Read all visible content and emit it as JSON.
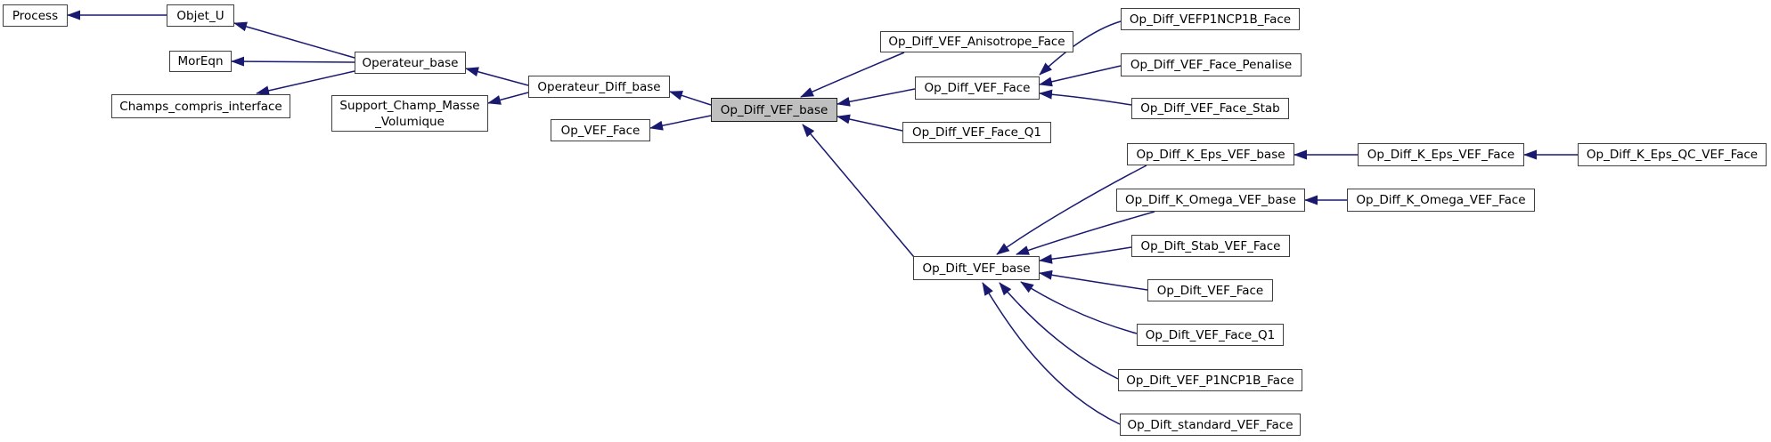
{
  "diagram": {
    "type": "class-inheritance-graph",
    "highlighted_node": "Op_Diff_VEF_base",
    "colors": {
      "edge": "#191970",
      "node_background": "#ffffff",
      "node_border": "#404040",
      "highlight_background": "#bfbfbf",
      "text": "#000000",
      "canvas_background": "#ffffff"
    },
    "nodes": [
      {
        "id": "process",
        "label": "Process"
      },
      {
        "id": "objet_u",
        "label": "Objet_U"
      },
      {
        "id": "moreqn",
        "label": "MorEqn"
      },
      {
        "id": "champs_compris_interface",
        "label": "Champs_compris_interface"
      },
      {
        "id": "operateur_base",
        "label": "Operateur_base"
      },
      {
        "id": "support_champ_masse_volumique",
        "label": "Support_Champ_Masse_Volumique",
        "lines": [
          "Support_Champ_Masse",
          "_Volumique"
        ]
      },
      {
        "id": "operateur_diff_base",
        "label": "Operateur_Diff_base"
      },
      {
        "id": "op_vef_face",
        "label": "Op_VEF_Face"
      },
      {
        "id": "op_diff_vef_base",
        "label": "Op_Diff_VEF_base",
        "highlighted": true
      },
      {
        "id": "op_diff_vef_anisotrope_face",
        "label": "Op_Diff_VEF_Anisotrope_Face"
      },
      {
        "id": "op_diff_vef_face",
        "label": "Op_Diff_VEF_Face"
      },
      {
        "id": "op_diff_vef_face_q1",
        "label": "Op_Diff_VEF_Face_Q1"
      },
      {
        "id": "op_diff_vefp1ncp1b_face",
        "label": "Op_Diff_VEFP1NCP1B_Face"
      },
      {
        "id": "op_diff_vef_face_penalise",
        "label": "Op_Diff_VEF_Face_Penalise"
      },
      {
        "id": "op_diff_vef_face_stab",
        "label": "Op_Diff_VEF_Face_Stab"
      },
      {
        "id": "op_diff_k_eps_vef_base",
        "label": "Op_Diff_K_Eps_VEF_base"
      },
      {
        "id": "op_diff_k_eps_vef_face",
        "label": "Op_Diff_K_Eps_VEF_Face"
      },
      {
        "id": "op_diff_k_eps_qc_vef_face",
        "label": "Op_Diff_K_Eps_QC_VEF_Face"
      },
      {
        "id": "op_diff_k_omega_vef_base",
        "label": "Op_Diff_K_Omega_VEF_base"
      },
      {
        "id": "op_diff_k_omega_vef_face",
        "label": "Op_Diff_K_Omega_VEF_Face"
      },
      {
        "id": "op_dift_vef_base",
        "label": "Op_Dift_VEF_base"
      },
      {
        "id": "op_dift_stab_vef_face",
        "label": "Op_Dift_Stab_VEF_Face"
      },
      {
        "id": "op_dift_vef_face",
        "label": "Op_Dift_VEF_Face"
      },
      {
        "id": "op_dift_vef_face_q1",
        "label": "Op_Dift_VEF_Face_Q1"
      },
      {
        "id": "op_dift_vef_p1ncp1b_face",
        "label": "Op_Dift_VEF_P1NCP1B_Face"
      },
      {
        "id": "op_dift_standard_vef_face",
        "label": "Op_Dift_standard_VEF_Face"
      }
    ],
    "edges": [
      {
        "from": "objet_u",
        "to": "process"
      },
      {
        "from": "operateur_base",
        "to": "objet_u"
      },
      {
        "from": "operateur_base",
        "to": "moreqn"
      },
      {
        "from": "operateur_base",
        "to": "champs_compris_interface"
      },
      {
        "from": "operateur_diff_base",
        "to": "operateur_base"
      },
      {
        "from": "operateur_diff_base",
        "to": "support_champ_masse_volumique"
      },
      {
        "from": "op_diff_vef_base",
        "to": "operateur_diff_base"
      },
      {
        "from": "op_diff_vef_base",
        "to": "op_vef_face"
      },
      {
        "from": "op_diff_vef_anisotrope_face",
        "to": "op_diff_vef_base"
      },
      {
        "from": "op_diff_vef_face",
        "to": "op_diff_vef_base"
      },
      {
        "from": "op_diff_vef_face_q1",
        "to": "op_diff_vef_base"
      },
      {
        "from": "op_dift_vef_base",
        "to": "op_diff_vef_base"
      },
      {
        "from": "op_diff_vefp1ncp1b_face",
        "to": "op_diff_vef_face"
      },
      {
        "from": "op_diff_vef_face_penalise",
        "to": "op_diff_vef_face"
      },
      {
        "from": "op_diff_vef_face_stab",
        "to": "op_diff_vef_face"
      },
      {
        "from": "op_diff_k_eps_vef_face",
        "to": "op_diff_k_eps_vef_base"
      },
      {
        "from": "op_diff_k_eps_qc_vef_face",
        "to": "op_diff_k_eps_vef_face"
      },
      {
        "from": "op_diff_k_omega_vef_face",
        "to": "op_diff_k_omega_vef_base"
      },
      {
        "from": "op_diff_k_eps_vef_base",
        "to": "op_dift_vef_base"
      },
      {
        "from": "op_diff_k_omega_vef_base",
        "to": "op_dift_vef_base"
      },
      {
        "from": "op_dift_stab_vef_face",
        "to": "op_dift_vef_base"
      },
      {
        "from": "op_dift_vef_face",
        "to": "op_dift_vef_base"
      },
      {
        "from": "op_dift_vef_face_q1",
        "to": "op_dift_vef_base"
      },
      {
        "from": "op_dift_vef_p1ncp1b_face",
        "to": "op_dift_vef_base"
      },
      {
        "from": "op_dift_standard_vef_face",
        "to": "op_dift_vef_base"
      }
    ]
  }
}
